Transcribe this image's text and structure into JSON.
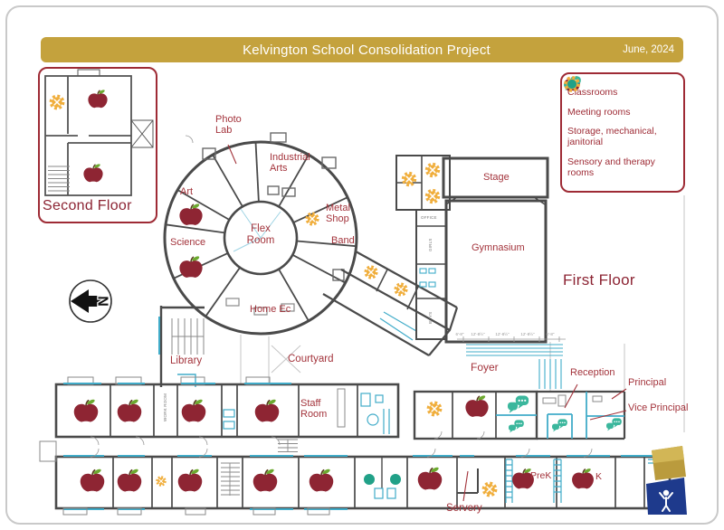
{
  "header": {
    "title": "Kelvington School Consolidation Project",
    "date": "June, 2024"
  },
  "floors": {
    "first": "First Floor",
    "second": "Second Floor"
  },
  "legend": {
    "items": [
      {
        "icon": "apple-icon",
        "label": "Classrooms"
      },
      {
        "icon": "meeting-bubbles-icon",
        "label": "Meeting rooms"
      },
      {
        "icon": "storage-gear-icon",
        "label": "Storage, mechanical, janitorial"
      },
      {
        "icon": "sensory-dot-icon",
        "label": "Sensory  and therapy rooms"
      }
    ]
  },
  "rooms": {
    "photo_lab": "Photo Lab",
    "industrial_arts": "Industrial Arts",
    "art": "Art",
    "science": "Science",
    "flex_room": "Flex Room",
    "metal_shop": "Metal Shop",
    "band": "Band",
    "home_ec": "Home Ec",
    "library": "Library",
    "courtyard": "Courtyard",
    "staff_room": "Staff Room",
    "stage": "Stage",
    "gymnasium": "Gymnasium",
    "foyer": "Foyer",
    "reception": "Reception",
    "principal": "Principal",
    "vice_principal": "Vice Principal",
    "servery": "Servery",
    "prek": "PreK",
    "k": "K"
  },
  "small_labels": {
    "office": "OFFICE",
    "girls": "GIRLS",
    "boys": "BOYS",
    "work_room": "WORK ROOM"
  },
  "dims": [
    "6'-8\"",
    "12'-8½\"",
    "12'-8½\"",
    "12'-8½\"",
    "6'-8\""
  ],
  "compass": {
    "north": "N"
  },
  "colors": {
    "accent_gold": "#C4A23D",
    "accent_red": "#9E2B35",
    "apple_red": "#8E2533",
    "gear_gold": "#F0AE3C",
    "meeting_teal": "#3BB79D",
    "sensory_teal": "#21A188",
    "wall_gray": "#4A4A4A",
    "plan_cyan": "#41ACC9",
    "logo_blue": "#1E3A8C"
  }
}
